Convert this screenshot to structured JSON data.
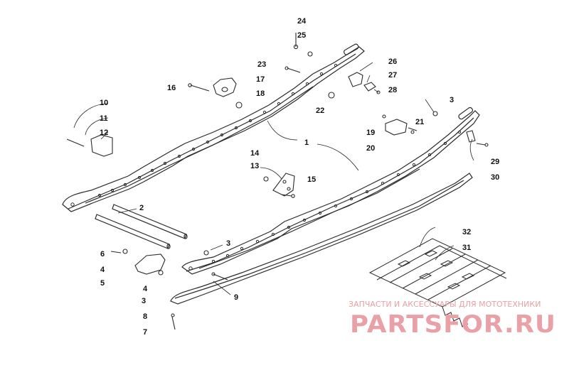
{
  "callouts": [
    {
      "id": "1",
      "text": "1"
    },
    {
      "id": "2",
      "text": "2"
    },
    {
      "id": "3a",
      "text": "3"
    },
    {
      "id": "3b",
      "text": "3"
    },
    {
      "id": "3c",
      "text": "3"
    },
    {
      "id": "4a",
      "text": "4"
    },
    {
      "id": "4b",
      "text": "4"
    },
    {
      "id": "5",
      "text": "5"
    },
    {
      "id": "6",
      "text": "6"
    },
    {
      "id": "7",
      "text": "7"
    },
    {
      "id": "8",
      "text": "8"
    },
    {
      "id": "9",
      "text": "9"
    },
    {
      "id": "10",
      "text": "10"
    },
    {
      "id": "11",
      "text": "11"
    },
    {
      "id": "12",
      "text": "12"
    },
    {
      "id": "13",
      "text": "13"
    },
    {
      "id": "14",
      "text": "14"
    },
    {
      "id": "15",
      "text": "15"
    },
    {
      "id": "16",
      "text": "16"
    },
    {
      "id": "17",
      "text": "17"
    },
    {
      "id": "18",
      "text": "18"
    },
    {
      "id": "19",
      "text": "19"
    },
    {
      "id": "20",
      "text": "20"
    },
    {
      "id": "21",
      "text": "21"
    },
    {
      "id": "22",
      "text": "22"
    },
    {
      "id": "23",
      "text": "23"
    },
    {
      "id": "24",
      "text": "24"
    },
    {
      "id": "25",
      "text": "25"
    },
    {
      "id": "26",
      "text": "26"
    },
    {
      "id": "27",
      "text": "27"
    },
    {
      "id": "28",
      "text": "28"
    },
    {
      "id": "29",
      "text": "29"
    },
    {
      "id": "30",
      "text": "30"
    },
    {
      "id": "31",
      "text": "31"
    },
    {
      "id": "32",
      "text": "32"
    }
  ],
  "watermark": {
    "tagline": "ЗАПЧАСТИ И АКСЕССУАРЫ ДЛЯ МОТОТЕХНИКИ",
    "brand": "PARTSFOR.RU"
  },
  "colors": {
    "line": "#2a2a2a",
    "watermark": "#e9a0a6"
  }
}
